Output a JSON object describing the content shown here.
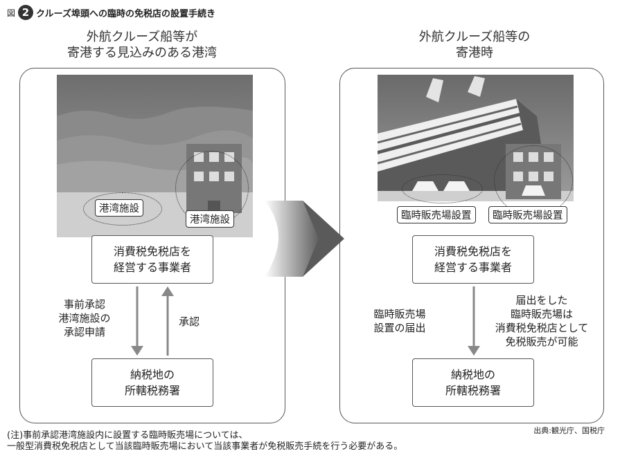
{
  "figure": {
    "prefix": "図",
    "number": "2",
    "title": "クルーズ埠頭への臨時の免税店の設置手続き"
  },
  "left": {
    "heading_line1": "外航クルーズ船等が",
    "heading_line2": "寄港する見込みのある港湾",
    "facility_label_1": "港湾施設",
    "facility_label_2": "港湾施設",
    "operator_line1": "消費税免税店を",
    "operator_line2": "経営する事業者",
    "request_line1": "事前承認",
    "request_line2": "港湾施設の",
    "request_line3": "承認申請",
    "approval": "承認",
    "office_line1": "納税地の",
    "office_line2": "所轄税務署"
  },
  "right": {
    "heading_line1": "外航クルーズ船等の",
    "heading_line2": "寄港時",
    "stall_label_1": "臨時販売場設置",
    "stall_label_2": "臨時販売場設置",
    "operator_line1": "消費税免税店を",
    "operator_line2": "経営する事業者",
    "notice_line1": "臨時販売場",
    "notice_line2": "設置の届出",
    "result_line1": "届出をした",
    "result_line2": "臨時販売場は",
    "result_line3": "消費税免税店として",
    "result_line4": "免税販売が可能",
    "office_line1": "納税地の",
    "office_line2": "所轄税務署"
  },
  "footer": {
    "note_line1": "(注)事前承認港湾施設内に設置する臨時販売場については、",
    "note_line2": "一般型消費税免税店として当該臨時販売場において当該事業者が免税販売手続を行う必要がある。",
    "source": "出典:観光庁、国税庁"
  }
}
